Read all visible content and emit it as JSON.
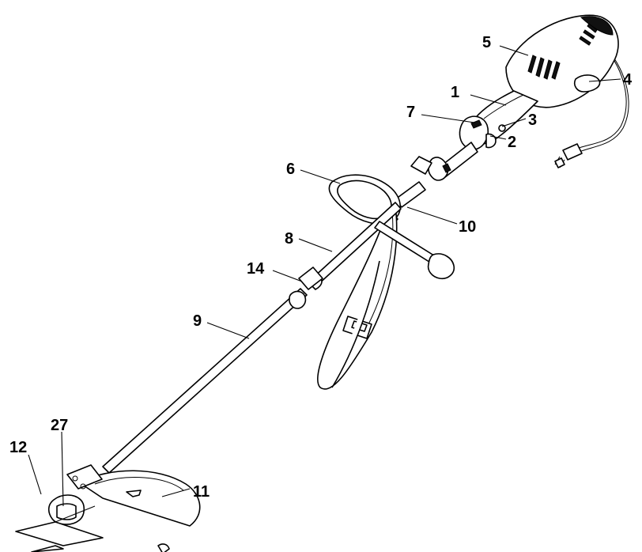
{
  "diagram": {
    "callouts": [
      {
        "id": "c1",
        "label": "1"
      },
      {
        "id": "c2",
        "label": "2"
      },
      {
        "id": "c3",
        "label": "3"
      },
      {
        "id": "c4",
        "label": "4"
      },
      {
        "id": "c5",
        "label": "5"
      },
      {
        "id": "c6",
        "label": "6"
      },
      {
        "id": "c7",
        "label": "7"
      },
      {
        "id": "c8",
        "label": "8"
      },
      {
        "id": "c9",
        "label": "9"
      },
      {
        "id": "c10",
        "label": "10"
      },
      {
        "id": "c11",
        "label": "11"
      },
      {
        "id": "c12",
        "label": "12"
      },
      {
        "id": "c14",
        "label": "14"
      },
      {
        "id": "c27",
        "label": "27"
      }
    ]
  }
}
